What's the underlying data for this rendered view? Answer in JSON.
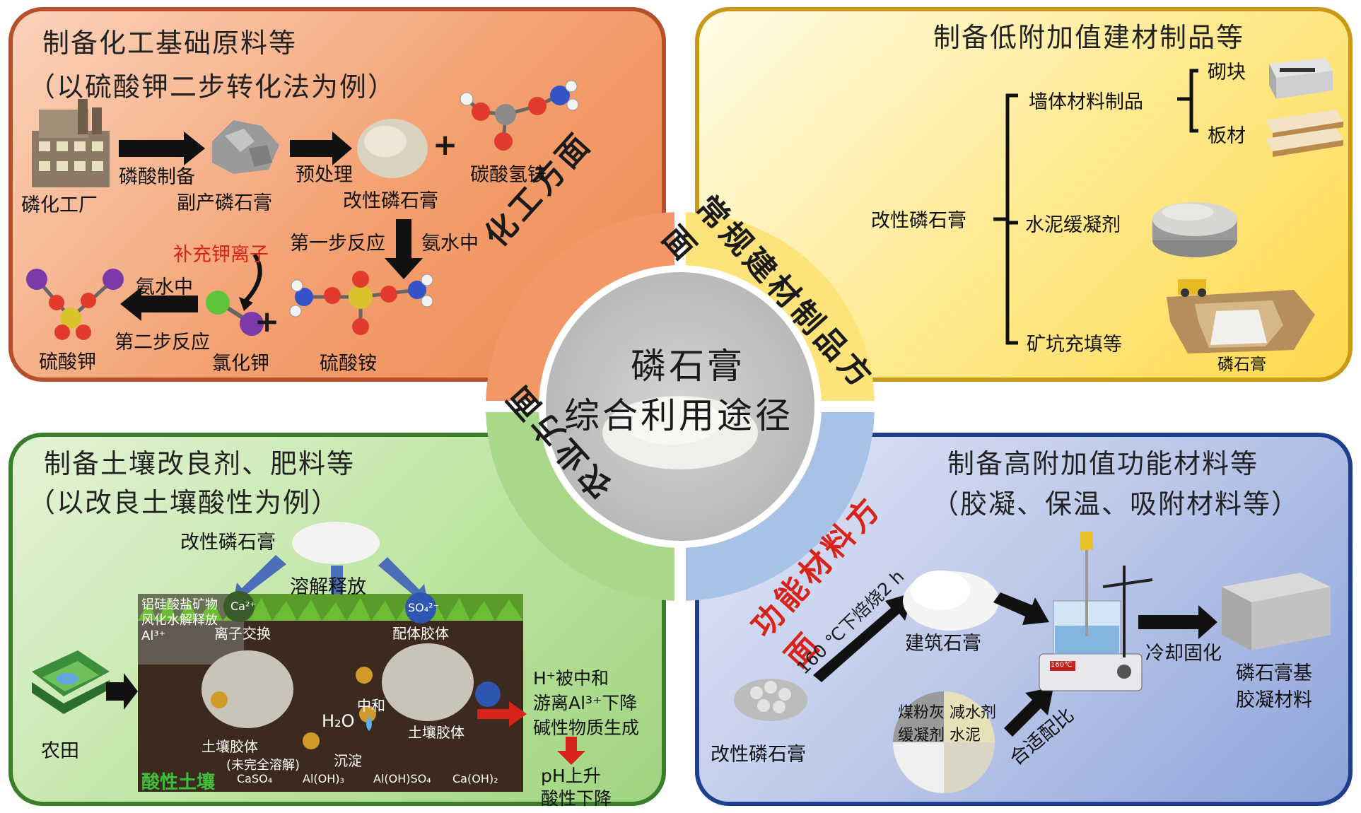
{
  "center": {
    "line1": "磷石膏",
    "line2": "综合利用途径"
  },
  "ring_labels": {
    "chem": "化工方面",
    "build": "常规建材制品方面",
    "agri": "农业方面",
    "func": "功能材料方面"
  },
  "chem": {
    "title": "制备化工基础原料等",
    "subtitle": "（以硫酸钾二步转化法为例）",
    "factory": "磷化工厂",
    "step_phos": "磷酸制备",
    "byproduct": "副产磷石膏",
    "step_pre": "预处理",
    "modified": "改性磷石膏",
    "plus1": "+",
    "bicarb": "碳酸氢铵",
    "step1": "第一步反应",
    "ammonia1": "氨水中",
    "supplement": "补充钾离子",
    "ammonia2": "氨水中",
    "step2": "第二步反应",
    "plus2": "+",
    "k2so4": "硫酸钾",
    "kcl": "氯化钾",
    "nh4so4": "硫酸铵"
  },
  "build": {
    "title": "制备低附加值建材制品等",
    "wall": "墙体材料制品",
    "block": "砌块",
    "board": "板材",
    "modified": "改性磷石膏",
    "retarder": "水泥缓凝剂",
    "backfill": "矿坑充填等",
    "pg_label": "磷石膏"
  },
  "agri": {
    "title": "制备土壤改良剂、肥料等",
    "subtitle": "（以改良土壤酸性为例）",
    "modified": "改性磷石膏",
    "dissolve": "溶解释放",
    "farmland": "农田",
    "weathering": "铝硅酸盐矿物风化水解释放Al³⁺",
    "ca": "Ca²⁺",
    "so4": "SO₄²⁻",
    "ion_exchange": "离子交换",
    "ligand": "配体胶体",
    "neutral": "中和",
    "water": "H₂O",
    "soil_colloid": "土壤胶体",
    "soil_colloid2": "土壤胶体",
    "incomplete": "(未完全溶解)",
    "precip": "沉淀",
    "acid_soil": "酸性土壤",
    "chain": [
      "CaSO₄",
      "Al(OH)₃",
      "Al(OH)SO₄",
      "Ca(OH)₂"
    ],
    "effect1": "H⁺被中和",
    "effect2": "游离Al³⁺下降",
    "effect3": "碱性物质生成",
    "effect4": "pH上升",
    "effect5": "酸性下降"
  },
  "func": {
    "title": "制备高附加值功能材料等",
    "subtitle": "（胶凝、保温、吸附材料等）",
    "modified": "改性磷石膏",
    "calcine": "160 ℃下焙烧2 h",
    "building_gypsum": "建筑石膏",
    "additives": "煤粉灰 减水剂",
    "additives2": "缓凝剂 水泥",
    "ratio": "合适配比",
    "cool": "冷却固化",
    "product1": "磷石膏基",
    "product2": "胶凝材料",
    "meter": "160℃"
  }
}
